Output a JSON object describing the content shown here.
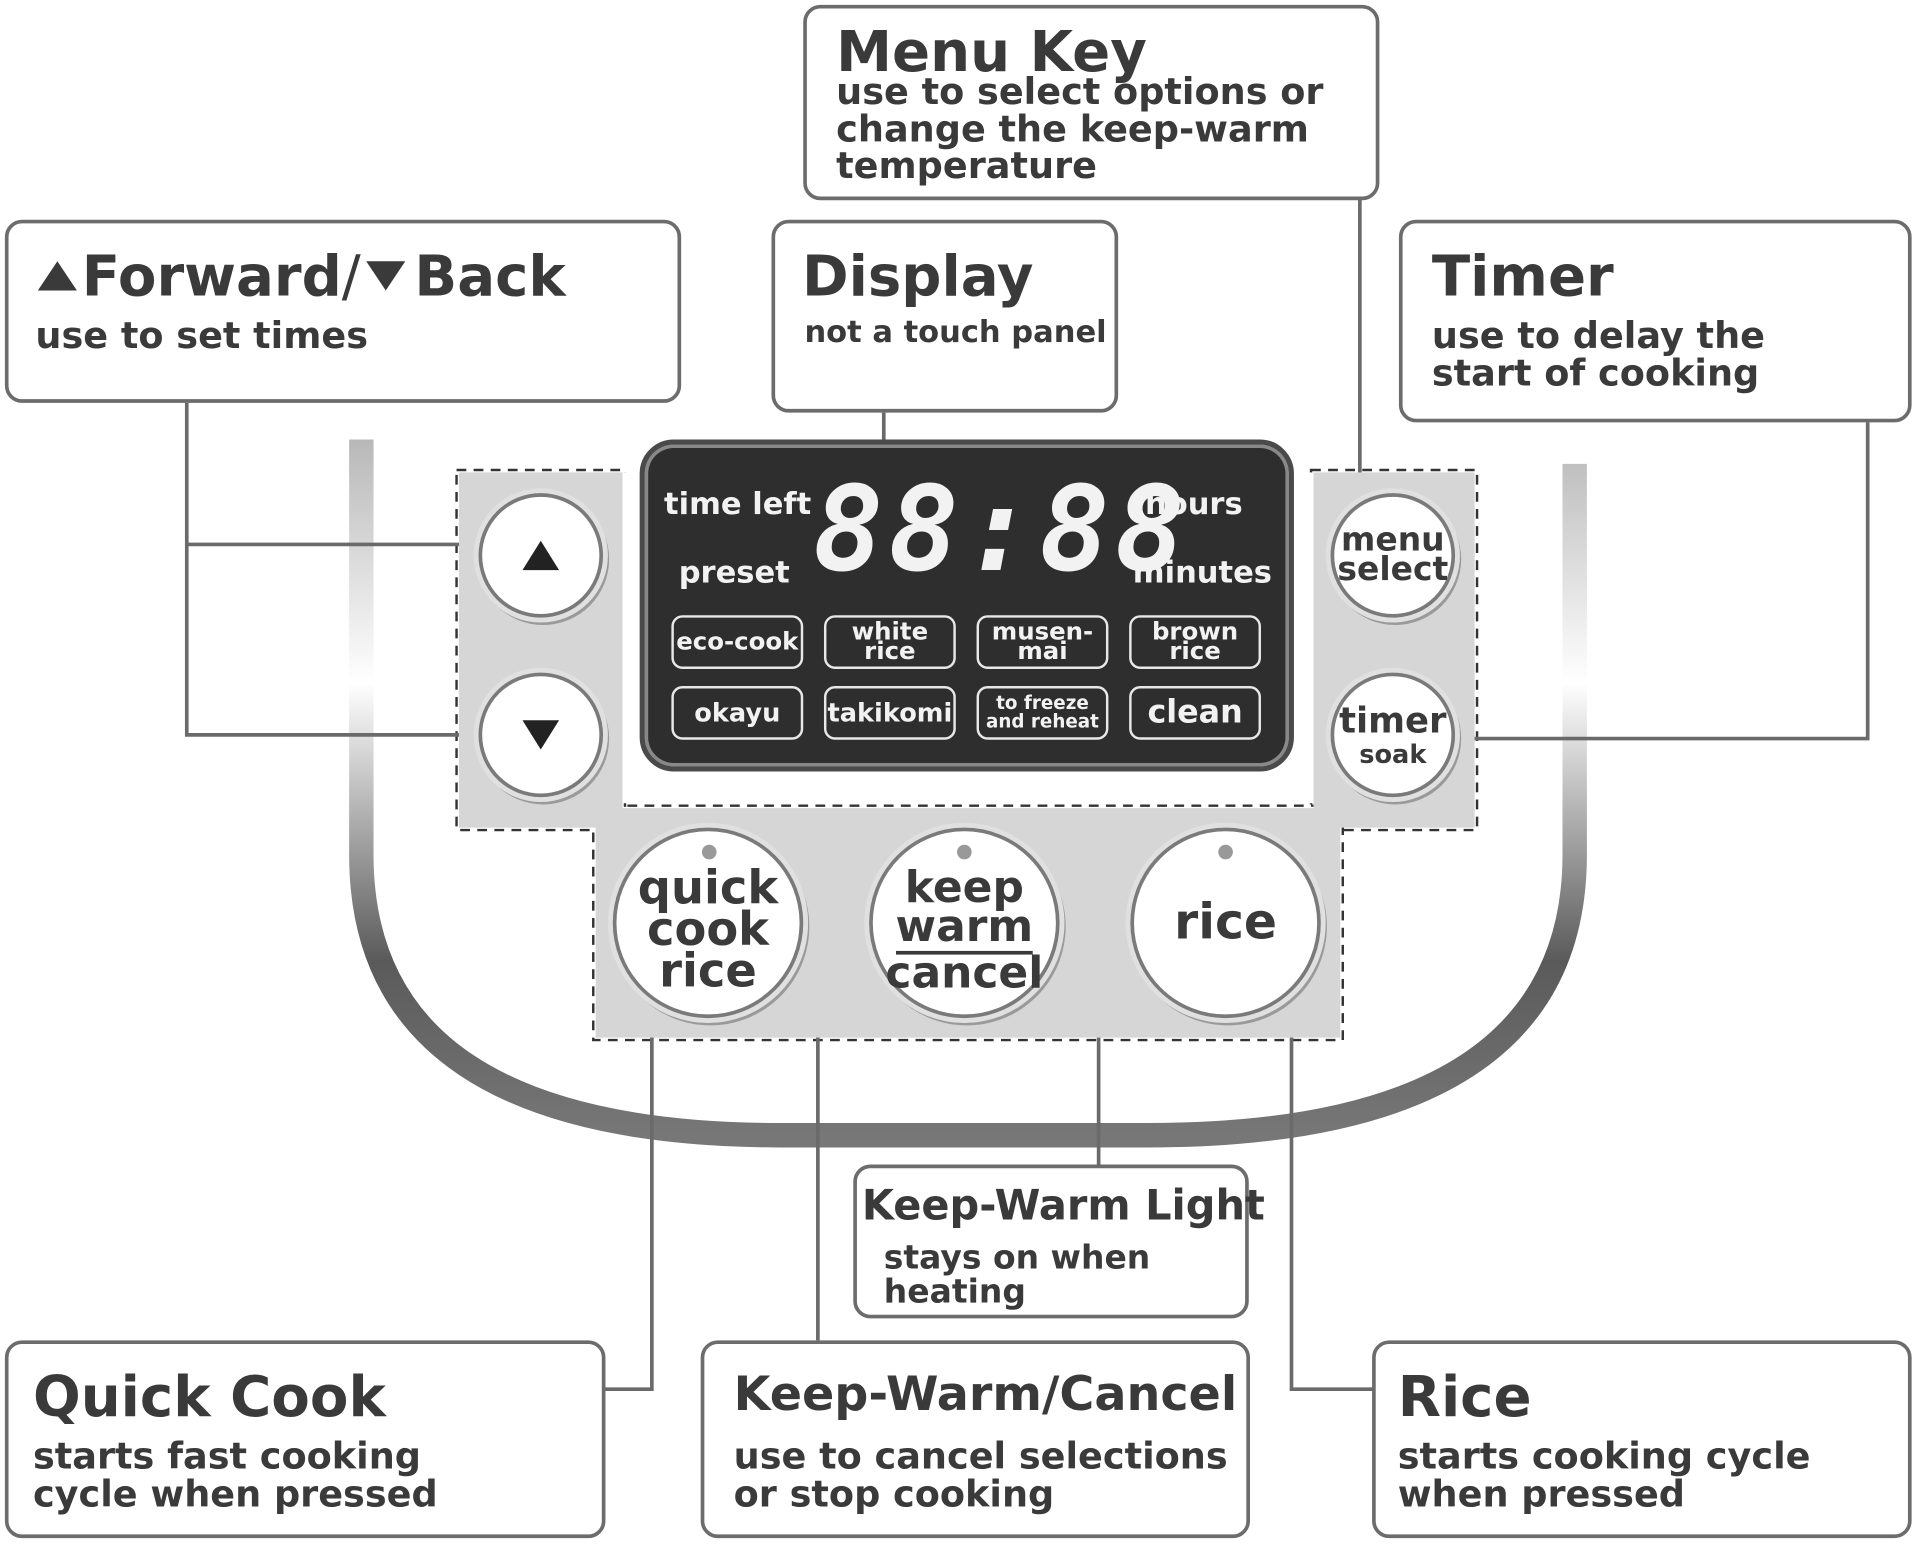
{
  "callouts": {
    "menu_key": {
      "title": "Menu Key",
      "desc": "use to select options or\nchange the keep-warm\ntemperature"
    },
    "forward_back": {
      "forward": "Forward",
      "slash": "/",
      "back": "Back",
      "desc": "use to set times"
    },
    "display": {
      "title": "Display",
      "desc": "not a touch panel"
    },
    "timer": {
      "title": "Timer",
      "desc": "use to delay the\nstart of cooking"
    },
    "keep_warm_light": {
      "title": "Keep-Warm Light",
      "desc": "stays on when\nheating"
    },
    "quick_cook": {
      "title": "Quick Cook",
      "desc": "starts fast cooking\ncycle when pressed"
    },
    "keep_warm_cancel": {
      "title": "Keep-Warm/Cancel",
      "desc": "use to cancel selections\nor stop cooking"
    },
    "rice": {
      "title": "Rice",
      "desc": "starts cooking cycle\nwhen pressed"
    }
  },
  "display": {
    "time_left": "time left",
    "preset": "preset",
    "hours": "hours",
    "minutes": "minutes",
    "digits": "88:88",
    "menus": [
      "eco-cook",
      "white\nrice",
      "musen-\nmai",
      "brown\nrice",
      "okayu",
      "takikomi",
      "to freeze\nand reheat",
      "clean"
    ]
  },
  "buttons": {
    "menu_select": "menu\nselect",
    "timer": "timer",
    "soak": "soak",
    "quick_cook_rice": "quick\ncook\nrice",
    "keep": "keep",
    "warm": "warm",
    "cancel": "cancel",
    "rice": "rice"
  },
  "icons": {
    "up": "triangle-up-icon",
    "down": "triangle-down-icon"
  }
}
